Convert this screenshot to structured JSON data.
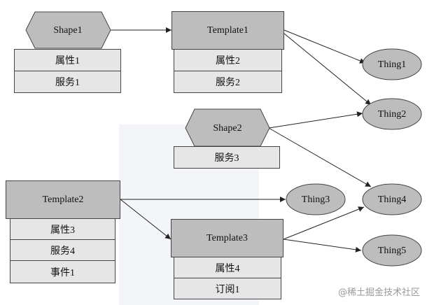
{
  "nodes": {
    "shape1": "Shape1",
    "template1": "Template1",
    "shape2": "Shape2",
    "template2": "Template2",
    "template3": "Template3",
    "thing1": "Thing1",
    "thing2": "Thing2",
    "thing3": "Thing3",
    "thing4": "Thing4",
    "thing5": "Thing5"
  },
  "cells": {
    "shape1_attr": "属性1",
    "shape1_service": "服务1",
    "template1_attr": "属性2",
    "template1_service": "服务2",
    "shape2_service": "服务3",
    "template2_attr": "属性3",
    "template2_service": "服务4",
    "template2_event": "事件1",
    "template3_attr": "属性4",
    "template3_sub": "订阅1"
  },
  "watermark": "@稀土掘金技术社区",
  "colors": {
    "node_fill": "#bdbdbd",
    "cell_fill": "#e6e6e6",
    "stroke": "#444444"
  }
}
